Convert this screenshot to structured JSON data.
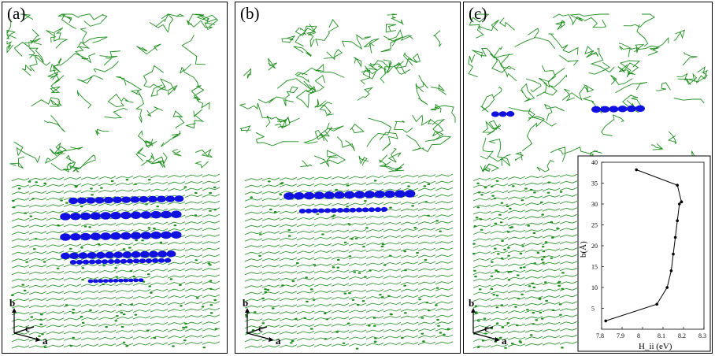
{
  "panels": [
    {
      "label": "(a)",
      "axes": {
        "b": "b",
        "c": "c",
        "a": "a"
      }
    },
    {
      "label": "(b)",
      "axes": {
        "b": "b",
        "c": "c",
        "a": "a"
      }
    },
    {
      "label": "(c)",
      "axes": {
        "b": "b",
        "c": "c",
        "a": "a"
      }
    }
  ],
  "inset": {
    "xlabel": "H_ii (eV)",
    "ylabel": "b(Å)",
    "xticks": [
      "7.8",
      "7.9",
      "8",
      "8.1",
      "8.2",
      "8.3"
    ],
    "yticks": [
      "5",
      "10",
      "15",
      "20",
      "25",
      "30",
      "35",
      "40"
    ]
  },
  "chart_data": {
    "type": "line",
    "xlabel": "H_ii (eV)",
    "ylabel": "b(Å)",
    "xlim": [
      7.8,
      8.3
    ],
    "ylim": [
      0,
      40
    ],
    "series": [
      {
        "x": [
          7.82,
          8.07,
          8.12,
          8.14,
          8.15,
          8.16,
          8.17,
          8.18,
          8.19,
          8.19,
          8.17,
          7.97
        ],
        "y": [
          2,
          6,
          10,
          14,
          18,
          22,
          26,
          30,
          30.5,
          30.5,
          34.5,
          38.2
        ]
      }
    ]
  },
  "colors": {
    "molecule": "#1f8f1f",
    "density": "#1010e0",
    "frame": "#000000"
  }
}
